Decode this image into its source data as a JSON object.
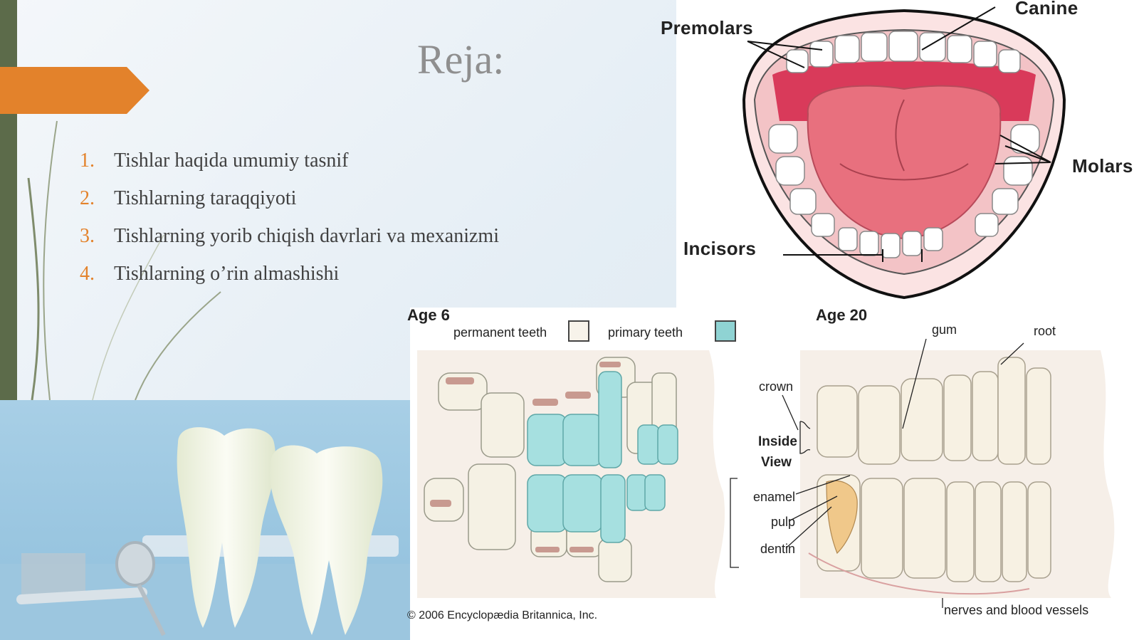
{
  "slide": {
    "title": "Reja:",
    "items": [
      {
        "num": "1.",
        "text": "Tishlar haqida umumiy tasnif"
      },
      {
        "num": "2.",
        "text": "Tishlarning taraqqiyoti"
      },
      {
        "num": "3.",
        "text": "Tishlarning yorib chiqish davrlari va mexanizmi"
      },
      {
        "num": "4.",
        "text": "Tishlarning o’rin almashishi"
      }
    ],
    "accent_color": "#e3822b"
  },
  "mouth_diagram": {
    "premolars": "Premolars",
    "canine": "Canine",
    "molars": "Molars",
    "incisors": "Incisors"
  },
  "teeth_diagram": {
    "age6": "Age 6",
    "age20": "Age 20",
    "permanent_teeth": "permanent teeth",
    "primary_teeth": "primary teeth",
    "gum": "gum",
    "root": "root",
    "crown": "crown",
    "inside": "Inside",
    "view": "View",
    "enamel": "enamel",
    "pulp": "pulp",
    "dentin": "dentin",
    "nerves": "nerves and blood vessels",
    "copyright": "© 2006 Encyclopædia Britannica, Inc.",
    "primary_color": "#8fd3d3"
  }
}
